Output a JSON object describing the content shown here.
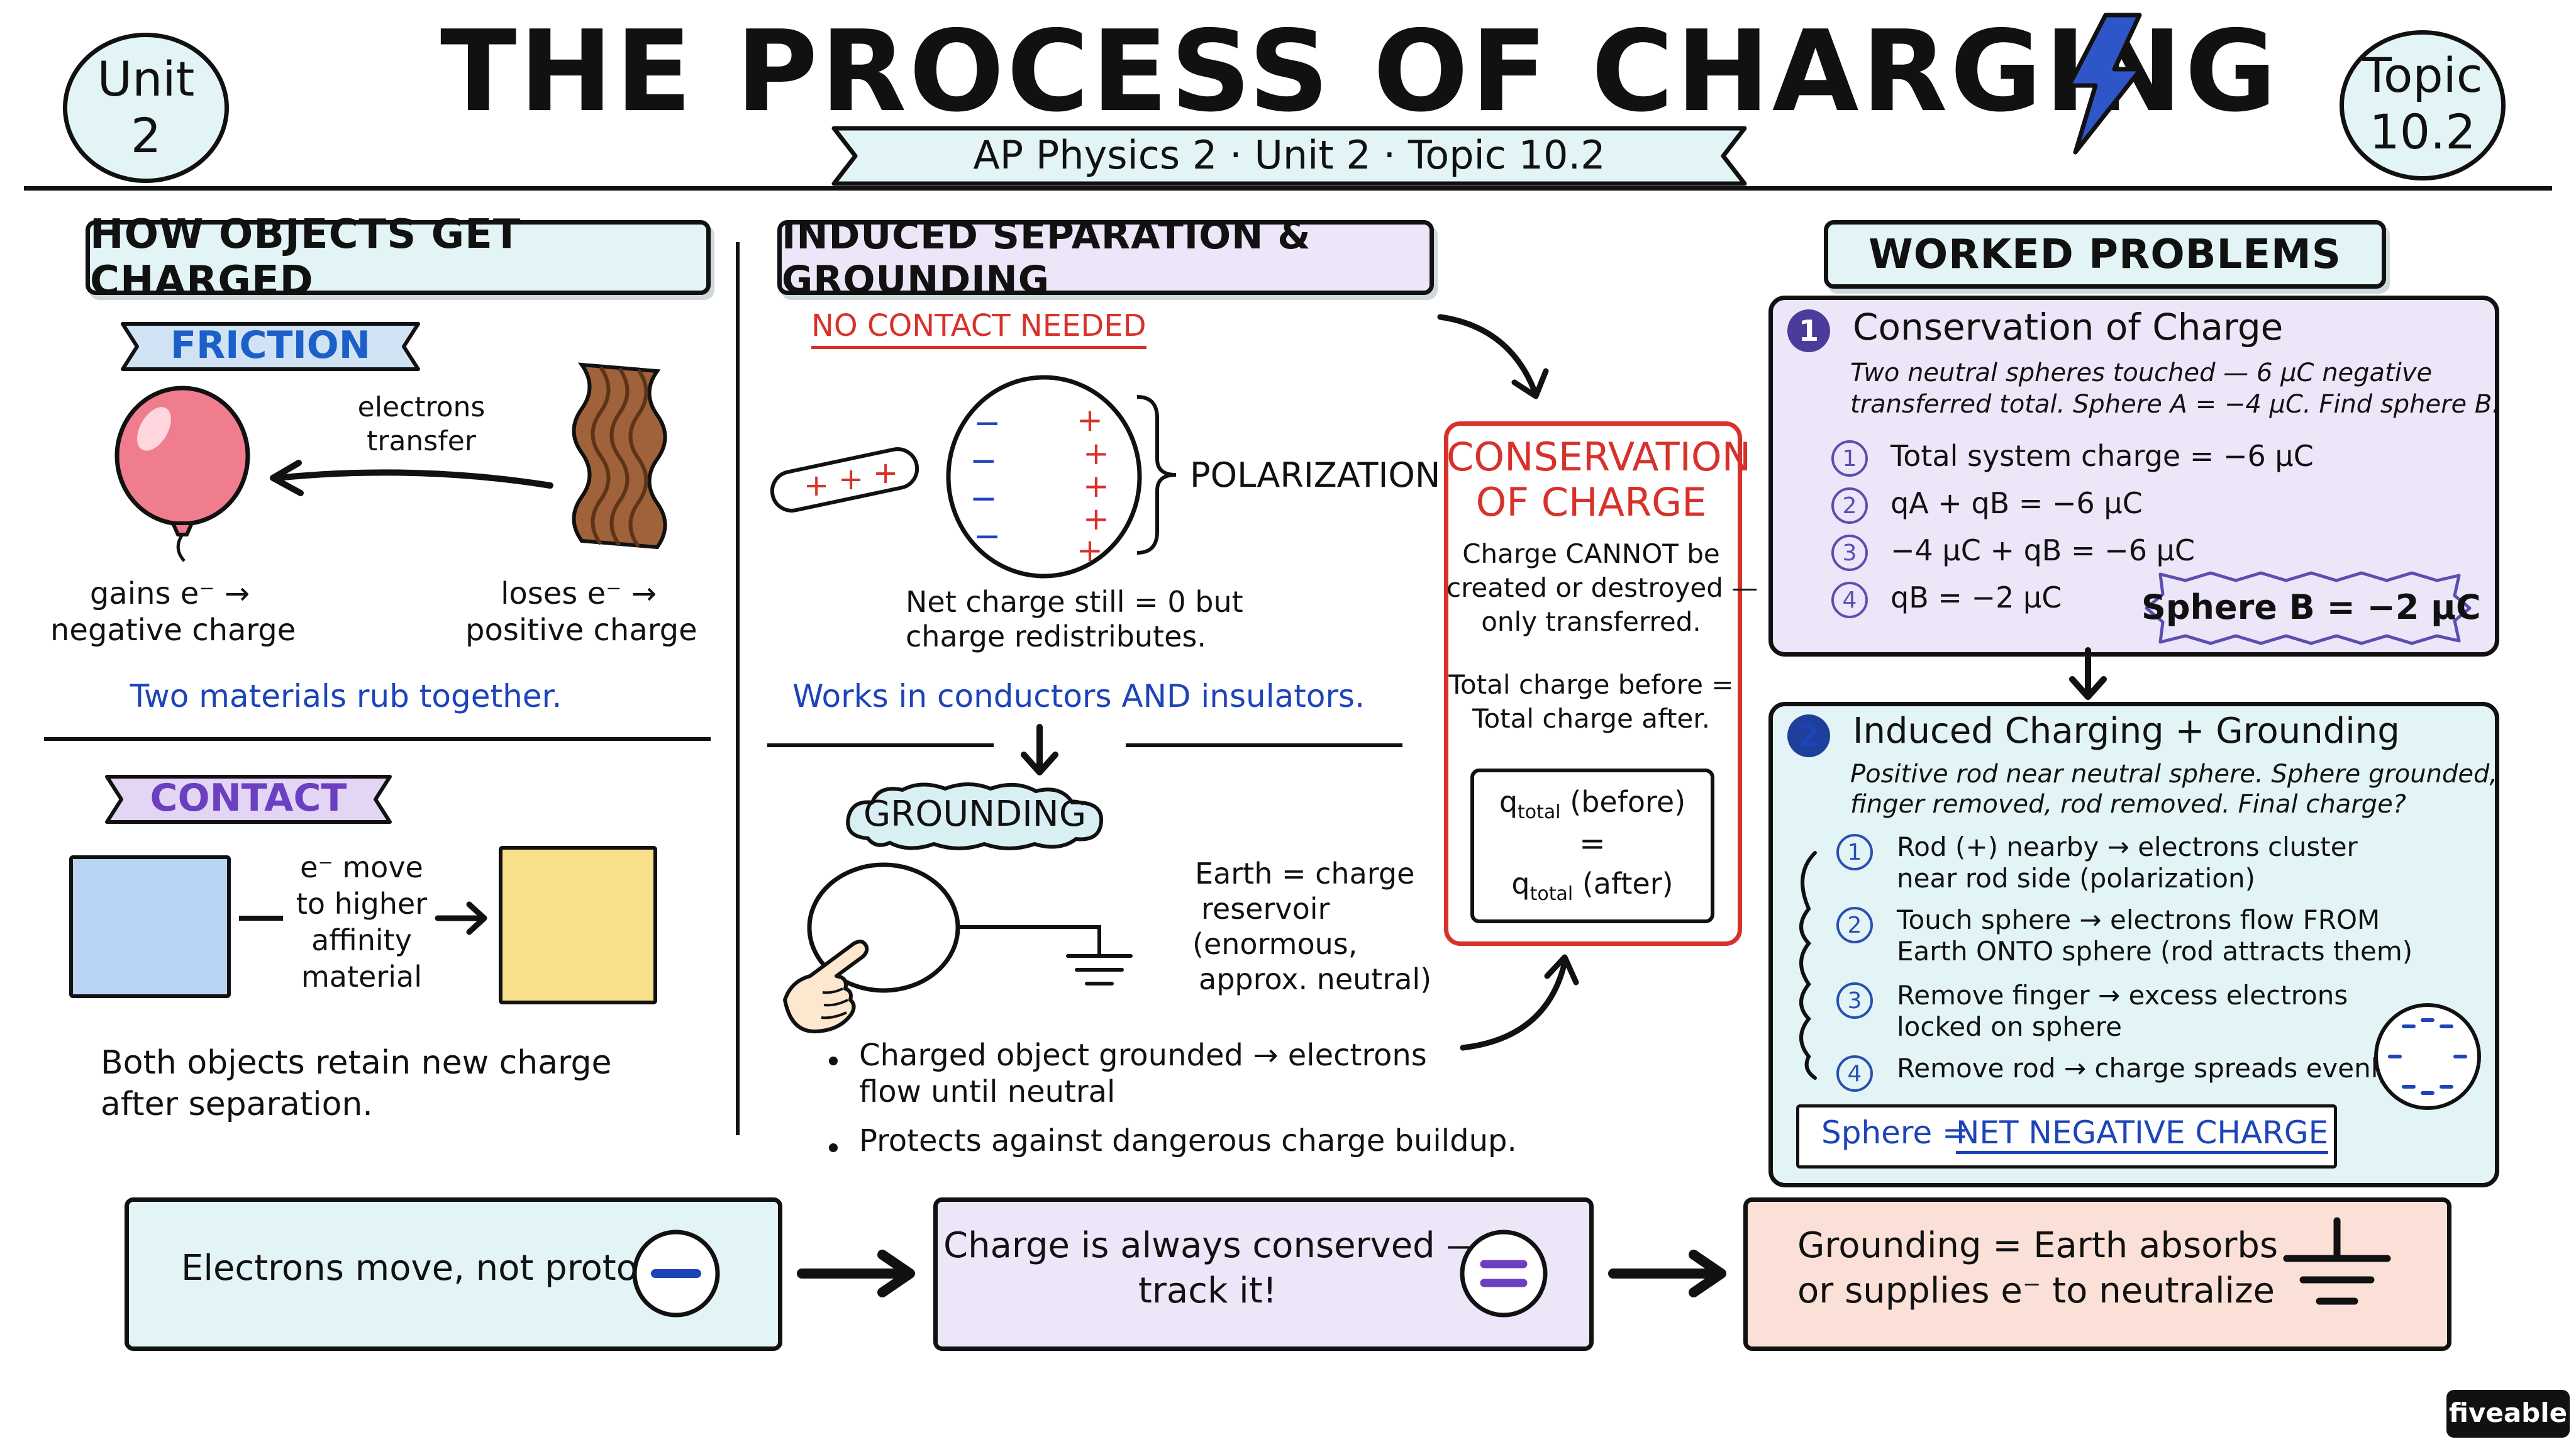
{
  "header": {
    "title": "THE PROCESS OF CHARGING",
    "subtitle": "AP Physics 2 · Unit 2 · Topic 10.2",
    "unit_badge": [
      "Unit",
      "2"
    ],
    "topic_badge": [
      "Topic",
      "10.2"
    ]
  },
  "left": {
    "header": "HOW OBJECTS GET CHARGED",
    "friction": {
      "label": "FRICTION",
      "arrow_label": [
        "electrons",
        "transfer"
      ],
      "left_caption": [
        "gains e⁻ →",
        "negative charge"
      ],
      "right_caption": [
        "loses e⁻ →",
        "positive charge"
      ],
      "note": "Two materials rub together."
    },
    "contact": {
      "label": "CONTACT",
      "middle_text": [
        "e⁻ move",
        "to higher",
        "affinity",
        "material"
      ],
      "note": [
        "Both objects retain new charge",
        "after separation."
      ]
    }
  },
  "middle": {
    "header": "INDUCED SEPARATION & GROUNDING",
    "tag": "NO CONTACT NEEDED",
    "polarization": "POLARIZATION",
    "net_charge": [
      "Net charge still = 0 but",
      "charge redistributes."
    ],
    "works": "Works in conductors AND insulators.",
    "grounding": {
      "label": "GROUNDING",
      "earth": [
        "Earth = charge",
        "reservoir",
        "(enormous,",
        "approx. neutral)"
      ],
      "bullets": [
        [
          "Charged object grounded → electrons",
          "flow until neutral"
        ],
        [
          "Protects against dangerous charge buildup."
        ]
      ]
    },
    "conservation": {
      "title": [
        "CONSERVATION",
        "OF CHARGE"
      ],
      "body": [
        "Charge CANNOT be",
        "created or destroyed —",
        "only transferred."
      ],
      "body2": [
        "Total charge before =",
        "Total charge after."
      ],
      "formula_top": "q",
      "formula_top_sub": "total",
      "formula_top_rest": "(before)",
      "formula_eq": "=",
      "formula_bottom": "q",
      "formula_bottom_sub": "total",
      "formula_bottom_rest": "(after)"
    }
  },
  "right": {
    "header": "WORKED PROBLEMS",
    "p1": {
      "num": "1",
      "title": "Conservation of Charge",
      "desc": [
        "Two neutral spheres touched — 6 μC negative",
        "transferred total. Sphere A = −4 μC. Find sphere B."
      ],
      "steps": [
        {
          "n": "1",
          "text": "Total system charge = −6 μC"
        },
        {
          "n": "2",
          "text": "qA + qB = −6 μC"
        },
        {
          "n": "3",
          "text": "−4 μC + qB = −6 μC"
        },
        {
          "n": "4",
          "text": "qB = −2 μC"
        }
      ],
      "answer": "Sphere B = −2 μC"
    },
    "p2": {
      "num": "2",
      "title": "Induced Charging + Grounding",
      "desc": [
        "Positive rod near neutral sphere. Sphere grounded,",
        "finger removed, rod removed. Final charge?"
      ],
      "steps": [
        {
          "n": "1",
          "lines": [
            "Rod (+) nearby → electrons cluster",
            "near rod side (polarization)"
          ]
        },
        {
          "n": "2",
          "lines": [
            "Touch sphere → electrons flow FROM",
            "Earth ONTO sphere (rod attracts them)"
          ]
        },
        {
          "n": "3",
          "lines": [
            "Remove finger → excess electrons",
            "locked on sphere"
          ]
        },
        {
          "n": "4",
          "lines": [
            "Remove rod → charge spreads evenly"
          ]
        }
      ],
      "answer_prefix": "Sphere = ",
      "answer": "NET NEGATIVE CHARGE"
    }
  },
  "bottom": {
    "box1": "Electrons move, not protons",
    "box2": [
      "Charge is always conserved —",
      "track it!"
    ],
    "box3": [
      "Grounding = Earth absorbs",
      "or supplies e⁻ to neutralize"
    ]
  },
  "brand": "fiveable",
  "colors": {
    "teal_fill": "#e2f4f6",
    "lavender_fill": "#ece6f8",
    "salmon_fill": "#fbe0d8",
    "blue_text": "#1d44b8",
    "red": "#d7322a"
  }
}
